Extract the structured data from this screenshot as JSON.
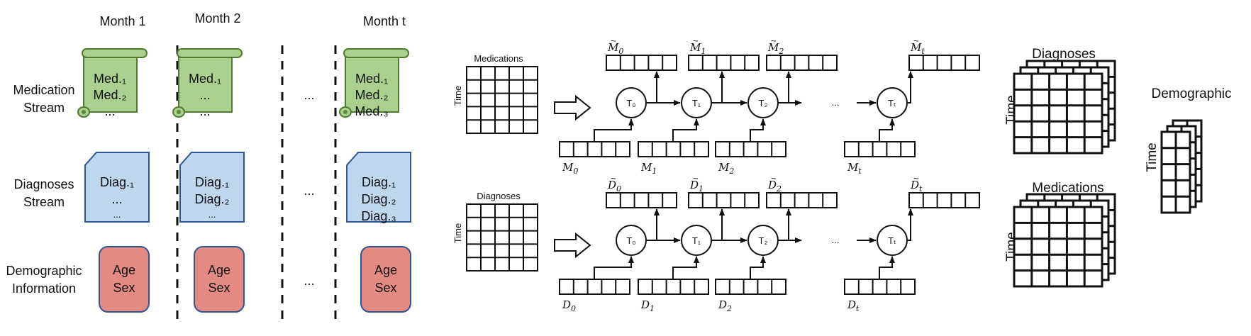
{
  "months": [
    "Month 1",
    "Month 2",
    "Month t"
  ],
  "row_labels": [
    [
      "Medication",
      "Stream"
    ],
    [
      "Diagnoses",
      "Stream"
    ],
    [
      "Demographic",
      "Information"
    ]
  ],
  "ellipsis": "...",
  "columns": [
    {
      "med": [
        "Med.₁",
        "Med.₂",
        "..."
      ],
      "diag": [
        "Diag.₁",
        "...",
        "..."
      ],
      "demo": [
        "Age",
        "Sex"
      ]
    },
    {
      "med": [
        "Med.₁",
        "...",
        "..."
      ],
      "diag": [
        "Diag.₁",
        "Diag.₂",
        "..."
      ],
      "demo": [
        "Age",
        "Sex"
      ]
    },
    {
      "med": [
        "Med.₁",
        "Med.₂",
        "Med.₃"
      ],
      "diag": [
        "Diag.₁",
        "Diag.₂",
        "Diag.₃"
      ],
      "demo": [
        "Age",
        "Sex"
      ]
    }
  ],
  "pipelines": [
    {
      "matrix_label": "Medications",
      "time_label": "Time",
      "cells": [
        "T₀",
        "T₁",
        "T₂",
        "Tₜ"
      ],
      "inputs": [
        "M",
        "M",
        "M",
        "M"
      ],
      "outputs": [
        "M",
        "M",
        "M",
        "M"
      ],
      "subs": [
        "0",
        "1",
        "2",
        "t"
      ]
    },
    {
      "matrix_label": "Diagnoses",
      "time_label": "Time",
      "cells": [
        "T₀",
        "T₁",
        "T₂",
        "Tₜ"
      ],
      "inputs": [
        "D",
        "D",
        "D",
        "D"
      ],
      "outputs": [
        "D",
        "D",
        "D",
        "D"
      ],
      "subs": [
        "0",
        "1",
        "2",
        "t"
      ]
    }
  ],
  "tensors": {
    "diagnoses": {
      "label": "Diagnoses",
      "axis": "Time"
    },
    "medications": {
      "label": "Medications",
      "axis": "Time"
    },
    "demographic": {
      "label": "Demographic",
      "axis": "Time"
    }
  },
  "colors": {
    "med_fill": "#a9d08e",
    "med_stroke": "#4f7a2f",
    "diag_fill": "#bdd7ee",
    "diag_stroke": "#2f5597",
    "demo_fill": "#e38b82",
    "demo_stroke": "#2f5597"
  }
}
